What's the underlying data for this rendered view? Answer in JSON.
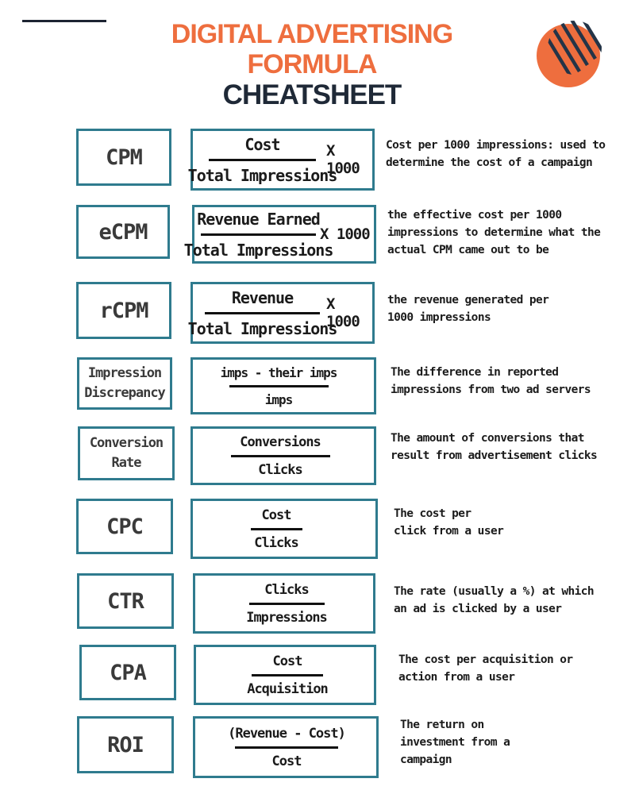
{
  "header": {
    "title_line1": "DIGITAL ADVERTISING",
    "title_line2": "FORMULA",
    "title_line3": "CHEATSHEET"
  },
  "colors": {
    "accent": "#ee6e3e",
    "dark": "#1f2937",
    "box_border": "#2f7b8e"
  },
  "formulas": [
    {
      "name": "CPM",
      "numerator": "Cost",
      "denominator": "Total Impressions",
      "multiplier": "X 1000",
      "description": [
        "Cost per 1000 impressions: used to",
        "determine the cost of a campaign"
      ]
    },
    {
      "name": "eCPM",
      "numerator": "Revenue Earned",
      "denominator": "Total Impressions",
      "multiplier": "X 1000",
      "description": [
        "the effective cost per 1000",
        "impressions to determine what the",
        "actual CPM came out to be"
      ]
    },
    {
      "name": "rCPM",
      "numerator": "Revenue",
      "denominator": "Total Impressions",
      "multiplier": "X 1000",
      "description": [
        "the revenue generated per",
        "1000 impressions"
      ]
    },
    {
      "name": "Impression\nDiscrepancy",
      "numerator": "imps - their imps",
      "denominator": "imps",
      "multiplier": "",
      "description": [
        "The difference in reported",
        "impressions from two ad servers"
      ]
    },
    {
      "name": "Conversion\nRate",
      "numerator": "Conversions",
      "denominator": "Clicks",
      "multiplier": "",
      "description": [
        "The amount of conversions that",
        "result from advertisement clicks"
      ]
    },
    {
      "name": "CPC",
      "numerator": "Cost",
      "denominator": "Clicks",
      "multiplier": "",
      "description": [
        "The cost per",
        "click from a user"
      ]
    },
    {
      "name": "CTR",
      "numerator": "Clicks",
      "denominator": "Impressions",
      "multiplier": "",
      "description": [
        "The rate (usually a %) at which",
        "an ad is clicked by a user"
      ]
    },
    {
      "name": "CPA",
      "numerator": "Cost",
      "denominator": "Acquisition",
      "multiplier": "",
      "description": [
        "The cost per acquisition or",
        "action from a user"
      ]
    },
    {
      "name": "ROI",
      "numerator": "(Revenue - Cost)",
      "denominator": "Cost",
      "multiplier": "",
      "description": [
        "The return on",
        "investment from a",
        "campaign"
      ]
    }
  ]
}
